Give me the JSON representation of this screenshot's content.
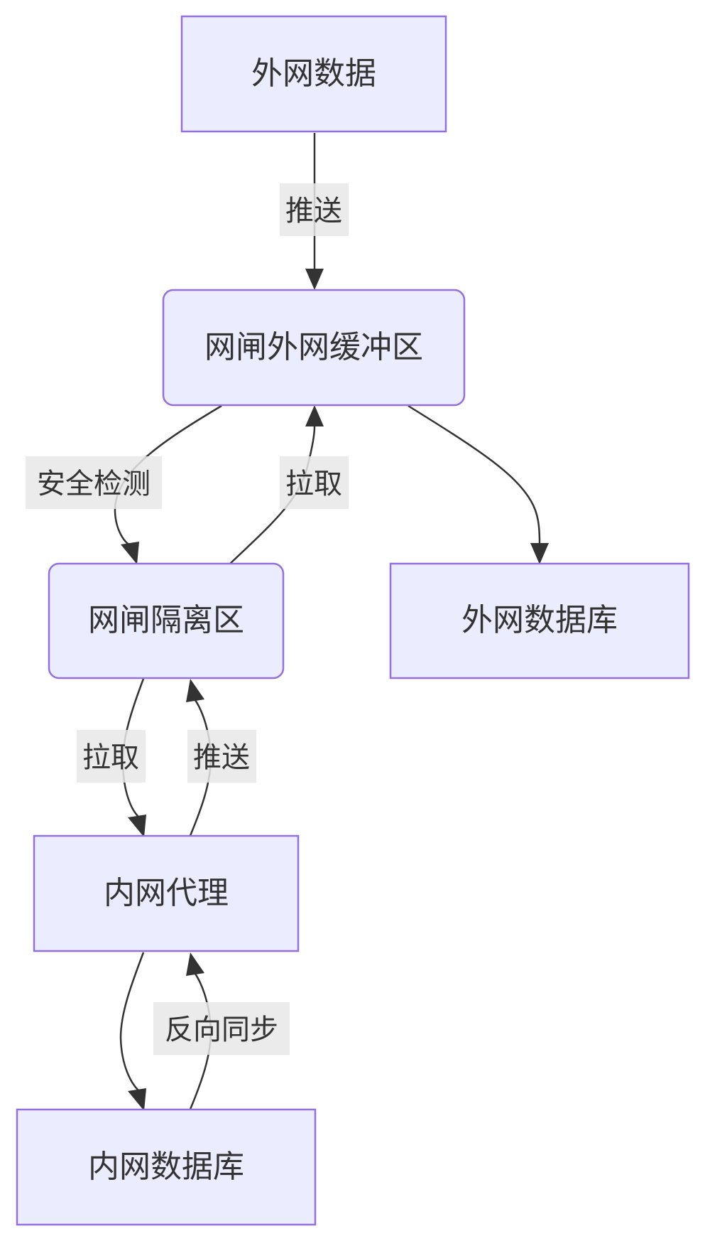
{
  "nodes": {
    "external_data": "外网数据",
    "gateway_external_buffer": "网闸外网缓冲区",
    "gateway_isolation_zone": "网闸隔离区",
    "external_database": "外网数据库",
    "internal_proxy": "内网代理",
    "internal_database": "内网数据库"
  },
  "edges": {
    "external_data_to_buffer": "推送",
    "buffer_to_isolation": "安全检测",
    "isolation_to_buffer": "拉取",
    "isolation_to_proxy": "拉取",
    "proxy_to_isolation": "推送",
    "proxy_to_internal_db": "",
    "internal_db_to_proxy": "反向同步",
    "buffer_to_external_db": ""
  },
  "colors": {
    "node_fill": "#ECECFF",
    "node_stroke": "#9370DB",
    "edge": "#333333",
    "edge_label_bg": "#e8e8e8",
    "text": "#333333"
  }
}
